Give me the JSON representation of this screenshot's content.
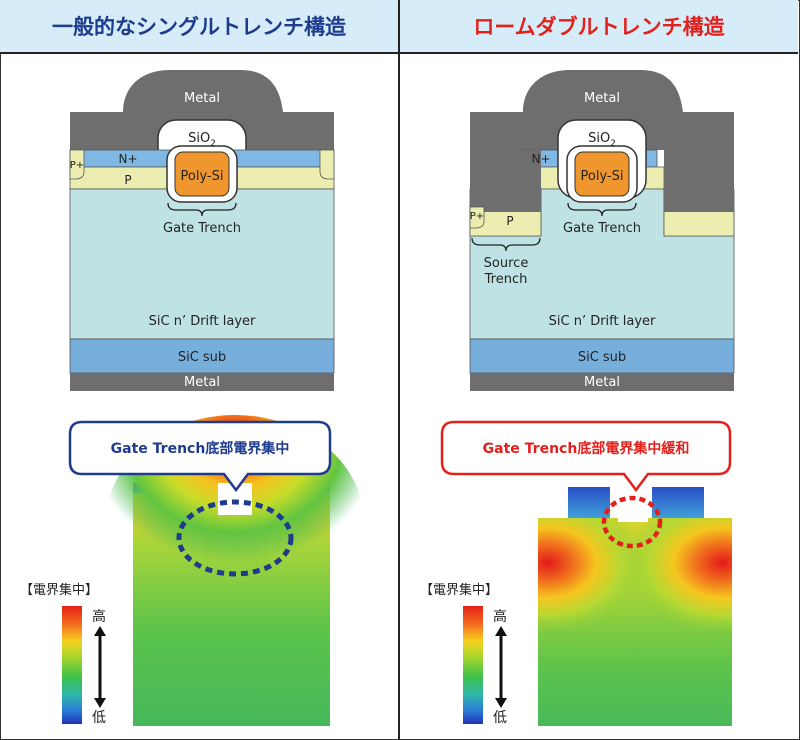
{
  "left": {
    "header": "一般的なシングルトレンチ構造",
    "labels": {
      "metal_top": "Metal",
      "sio2": "SiO",
      "sio2_sub": "2",
      "poly_si": "Poly-Si",
      "n_plus": "N+",
      "p_plus": "P+",
      "p": "P",
      "gate_trench": "Gate Trench",
      "drift": "SiC n’ Drift layer",
      "sub": "SiC sub",
      "metal_bottom": "Metal"
    },
    "callout": "Gate Trench底部電界集中",
    "legend": {
      "title": "【電界集中】",
      "high": "高",
      "low": "低"
    }
  },
  "right": {
    "header": "ロームダブルトレンチ構造",
    "labels": {
      "metal_top": "Metal",
      "sio2": "SiO",
      "sio2_sub": "2",
      "poly_si": "Poly-Si",
      "n_plus": "N+",
      "p_plus": "P+",
      "p": "P",
      "gate_trench": "Gate Trench",
      "source_trench_1": "Source",
      "source_trench_2": "Trench",
      "drift": "SiC n’ Drift layer",
      "sub": "SiC sub",
      "metal_bottom": "Metal"
    },
    "callout": "Gate Trench底部電界集中緩和",
    "legend": {
      "title": "【電界集中】",
      "high": "高",
      "low": "低"
    }
  },
  "colors": {
    "header_bg": "#d6ecf8",
    "left_accent": "#1f3b8c",
    "right_accent": "#e3211c",
    "metal": "#6e6e6e",
    "sio2": "#ffffff",
    "poly": "#f0962e",
    "nplus": "#7fb8e4",
    "p": "#ecedb0",
    "drift": "#bfe3e4",
    "sub": "#76aedc"
  }
}
